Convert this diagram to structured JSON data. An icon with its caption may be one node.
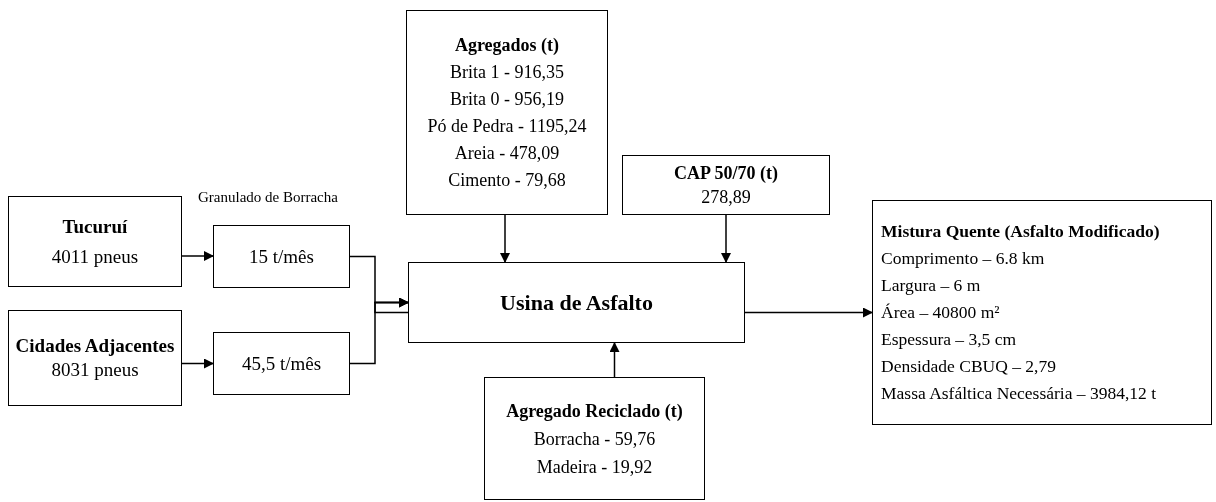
{
  "diagram": {
    "nodes": [
      {
        "text": [
          "Tucuruí",
          "4011 pneus"
        ]
      },
      {
        "text": [
          "Cidades Adjacentes",
          "8031 pneus"
        ]
      },
      {
        "text": [
          "15 t/mês"
        ]
      },
      {
        "text": [
          "45,5 t/mês"
        ]
      },
      {
        "text": [
          "Agregados (t)",
          "Brita 1 - 916,35",
          "Brita 0 - 956,19",
          "Pó de Pedra - 1195,24",
          "Areia - 478,09",
          "Cimento - 79,68"
        ]
      },
      {
        "text": [
          "CAP 50/70 (t)",
          "278,89"
        ]
      },
      {
        "text": [
          "Usina de Asfalto"
        ]
      },
      {
        "text": [
          "Agregado Reciclado (t)",
          "Borracha - 59,76",
          "Madeira - 19,92"
        ]
      },
      {
        "text": [
          "Mistura Quente (Asfalto Modificado)",
          "Comprimento – 6.8 km",
          "Largura – 6 m",
          "Área – 40800 m²",
          "Espessura – 3,5 cm",
          "Densidade CBUQ – 2,79",
          "Massa Asfáltica Necessária – 3984,12 t"
        ]
      }
    ],
    "edges": [
      {
        "from": 0,
        "to": 2,
        "arrow": "to"
      },
      {
        "from": 1,
        "to": 3,
        "arrow": "to"
      },
      {
        "from": 2,
        "to": 6,
        "arrow": "to"
      },
      {
        "from": 3,
        "to": 6,
        "arrow": "to"
      },
      {
        "from": 4,
        "to": 6,
        "arrow": "to"
      },
      {
        "from": 5,
        "to": 6,
        "arrow": "to"
      },
      {
        "from": 7,
        "to": 6,
        "arrow": "to"
      },
      {
        "from": 6,
        "to": 8,
        "arrow": "to"
      }
    ],
    "labels": [
      "Granulado de Borracha"
    ]
  }
}
